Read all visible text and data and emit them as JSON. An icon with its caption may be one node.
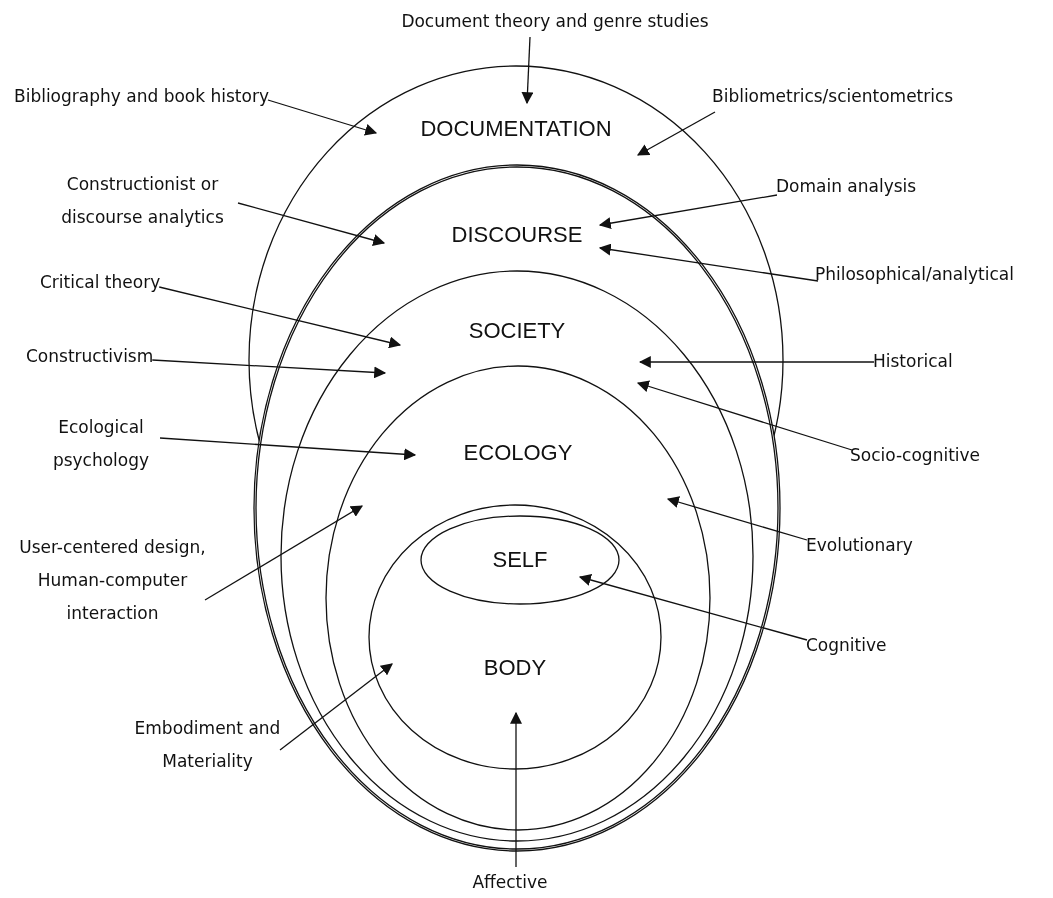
{
  "diagram": {
    "nodes": [
      {
        "text": [
          "DOCUMENTATION"
        ]
      },
      {
        "text": [
          "DISCOURSE"
        ],
        "in": 0
      },
      {
        "text": [
          "SOCIETY"
        ],
        "in": 1
      },
      {
        "text": [
          "ECOLOGY"
        ],
        "in": 2
      },
      {
        "text": [
          "BODY"
        ],
        "in": 3
      },
      {
        "text": [
          "SELF"
        ],
        "in": 4
      },
      {
        "text": [
          "Document theory and genre studies"
        ]
      },
      {
        "text": [
          "Bibliography and book history"
        ]
      },
      {
        "text": [
          "Bibliometrics/scientometrics"
        ]
      },
      {
        "text": [
          "Constructionist or discourse analytics"
        ]
      },
      {
        "text": [
          "Domain analysis"
        ]
      },
      {
        "text": [
          "Philosophical/analytical"
        ]
      },
      {
        "text": [
          "Critical theory"
        ]
      },
      {
        "text": [
          "Constructivism"
        ]
      },
      {
        "text": [
          "Historical"
        ]
      },
      {
        "text": [
          "Ecological psychology"
        ]
      },
      {
        "text": [
          "Socio-cognitive"
        ]
      },
      {
        "text": [
          "User-centered design, Human-computer interaction"
        ]
      },
      {
        "text": [
          "Evolutionary"
        ]
      },
      {
        "text": [
          "Cognitive"
        ]
      },
      {
        "text": [
          "Embodiment and Materiality"
        ]
      },
      {
        "text": [
          "Affective"
        ]
      }
    ],
    "edges": [
      {
        "from": 6,
        "to": 0,
        "arrow": "to"
      },
      {
        "from": 7,
        "to": 0,
        "arrow": "to"
      },
      {
        "from": 8,
        "to": 0,
        "arrow": "to"
      },
      {
        "from": 9,
        "to": 1,
        "arrow": "to"
      },
      {
        "from": 10,
        "to": 1,
        "arrow": "to"
      },
      {
        "from": 11,
        "to": 1,
        "arrow": "to"
      },
      {
        "from": 12,
        "to": 2,
        "arrow": "to"
      },
      {
        "from": 13,
        "to": 2,
        "arrow": "to"
      },
      {
        "from": 14,
        "to": 2,
        "arrow": "to"
      },
      {
        "from": 15,
        "to": 3,
        "arrow": "to"
      },
      {
        "from": 16,
        "to": 2,
        "arrow": "to"
      },
      {
        "from": 17,
        "to": 3,
        "arrow": "to"
      },
      {
        "from": 18,
        "to": 3,
        "arrow": "to"
      },
      {
        "from": 19,
        "to": 5,
        "arrow": "to"
      },
      {
        "from": 20,
        "to": 4,
        "arrow": "to"
      },
      {
        "from": 21,
        "to": 4,
        "arrow": "to"
      }
    ]
  }
}
